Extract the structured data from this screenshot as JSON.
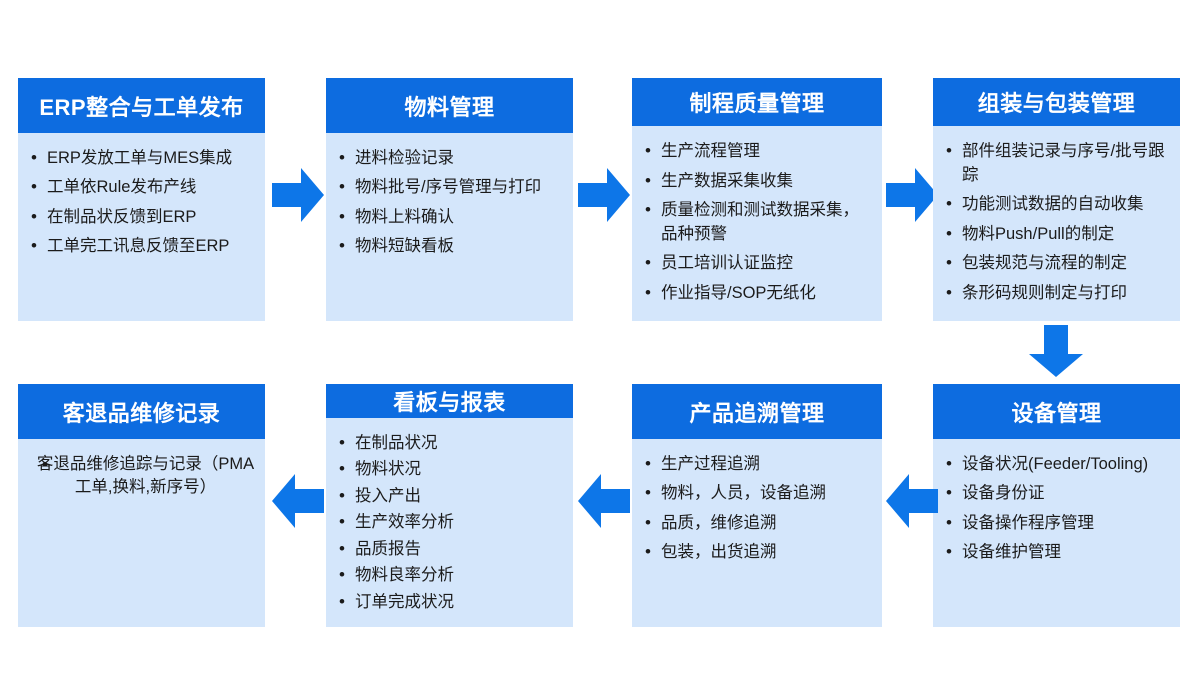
{
  "theme": {
    "header_color": "#0d6ce0",
    "body_color": "#d4e6fb",
    "arrow_color": "#0d76e8",
    "text_color": "#1b1b1b",
    "header_text_color": "#ffffff",
    "background": "#ffffff"
  },
  "diagram": {
    "type": "flow",
    "nodes": [
      {
        "id": "erp",
        "title": "ERP整合与工单发布",
        "items": [
          "ERP发放工单与MES集成",
          "工单依Rule发布产线",
          "在制品状反馈到ERP",
          "工单完工讯息反馈至ERP"
        ]
      },
      {
        "id": "material",
        "title": "物料管理",
        "items": [
          "进料检验记录",
          "物料批号/序号管理与打印",
          "物料上料确认",
          "物料短缺看板"
        ]
      },
      {
        "id": "process-quality",
        "title": "制程质量管理",
        "items": [
          "生产流程管理",
          "生产数据采集收集",
          "质量检测和测试数据采集，品种预警",
          "员工培训认证监控",
          "作业指导/SOP无纸化"
        ]
      },
      {
        "id": "assembly-packaging",
        "title": "组装与包装管理",
        "items": [
          "部件组装记录与序号/批号跟踪",
          "功能测试数据的自动收集",
          "物料Push/Pull的制定",
          "包装规范与流程的制定",
          "条形码规则制定与打印"
        ]
      },
      {
        "id": "equipment",
        "title": "设备管理",
        "items": [
          "设备状况(Feeder/Tooling)",
          "设备身份证",
          "设备操作程序管理",
          "设备维护管理"
        ]
      },
      {
        "id": "traceability",
        "title": "产品追溯管理",
        "items": [
          "生产过程追溯",
          "物料，人员，设备追溯",
          "品质，维修追溯",
          "包装，出货追溯"
        ]
      },
      {
        "id": "kanban-reports",
        "title": "看板与报表",
        "items": [
          "在制品状况",
          "物料状况",
          "投入产出",
          "生产效率分析",
          "品质报告",
          "物料良率分析",
          "订单完成状况"
        ]
      },
      {
        "id": "rma-repair",
        "title": "客退品维修记录",
        "items": [
          "客退品维修追踪与记录（PMA工单,换料,新序号）"
        ]
      }
    ],
    "connectors": [
      {
        "id": "erp-to-material",
        "direction": "right"
      },
      {
        "id": "material-to-process-quality",
        "direction": "right"
      },
      {
        "id": "process-quality-to-assembly",
        "direction": "right"
      },
      {
        "id": "assembly-to-equipment",
        "direction": "down"
      },
      {
        "id": "equipment-to-traceability",
        "direction": "left"
      },
      {
        "id": "traceability-to-kanban",
        "direction": "left"
      },
      {
        "id": "kanban-to-rma",
        "direction": "left"
      }
    ]
  }
}
